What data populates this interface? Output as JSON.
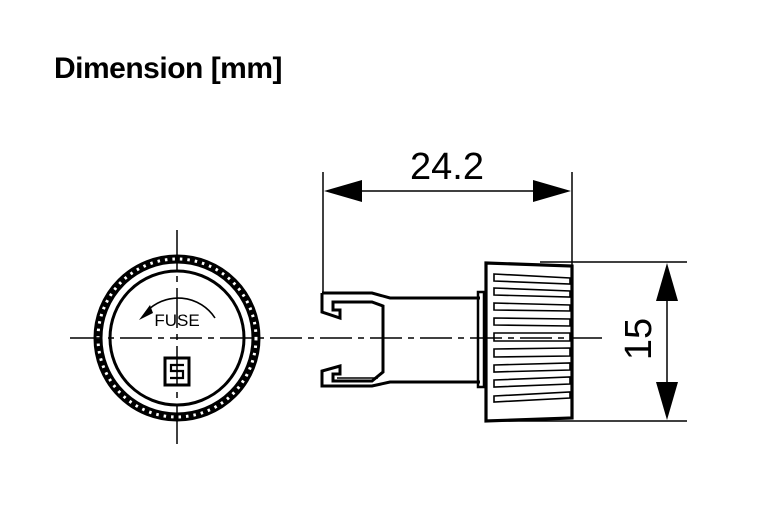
{
  "title": "Dimension [mm]",
  "drawing": {
    "front_view": {
      "label": "FUSE",
      "symbol": "S",
      "rotation_arrow_icon": "counterclockwise-arrow"
    },
    "dimensions": {
      "length": "24.2",
      "diameter": "15"
    },
    "colors": {
      "line": "#000000",
      "background": "#ffffff"
    }
  }
}
